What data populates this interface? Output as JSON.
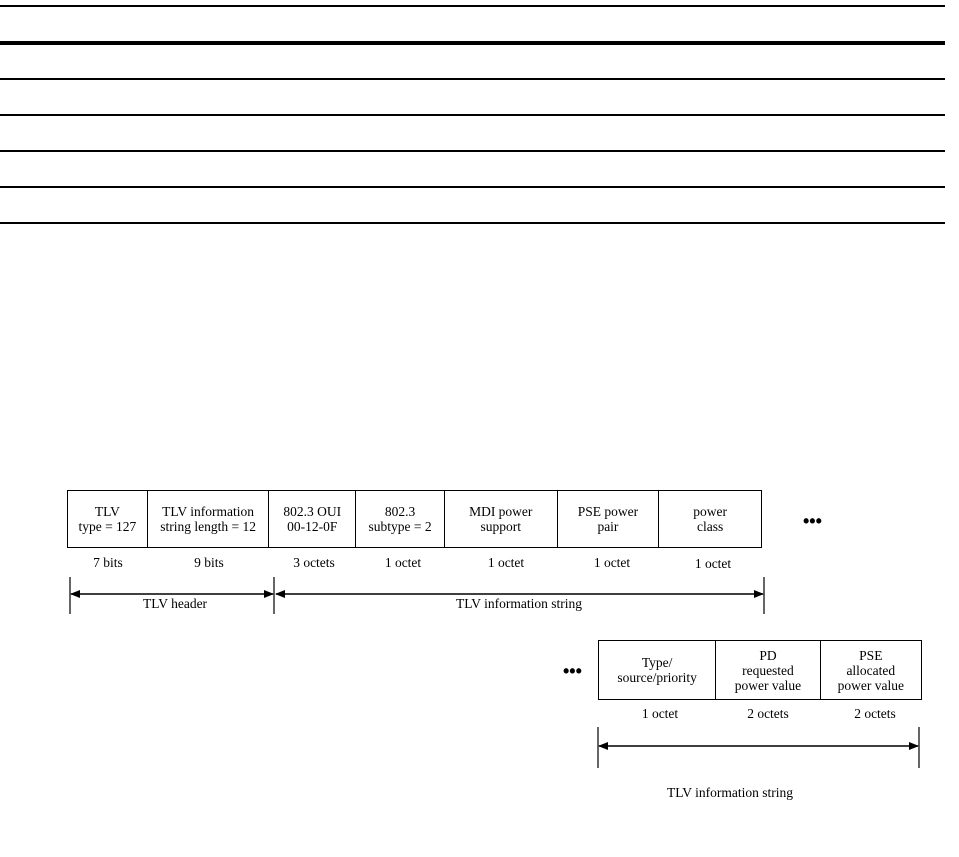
{
  "row1": {
    "fields": [
      {
        "label": "TLV\ntype = 127",
        "size": "7 bits"
      },
      {
        "label": "TLV information\nstring length = 12",
        "size": "9 bits"
      },
      {
        "label": "802.3 OUI\n00-12-0F",
        "size": "3 octets"
      },
      {
        "label": "802.3\nsubtype = 2",
        "size": "1 octet"
      },
      {
        "label": "MDI power\nsupport",
        "size": "1 octet"
      },
      {
        "label": "PSE power\npair",
        "size": "1 octet"
      },
      {
        "label": "power\nclass",
        "size": "1 octet"
      }
    ],
    "ellipsis": "•••",
    "header_span_label": "TLV header",
    "info_span_label": "TLV information string"
  },
  "row2": {
    "ellipsis": "•••",
    "fields": [
      {
        "label": "Type/\nsource/priority",
        "size": "1 octet"
      },
      {
        "label": "PD\nrequested\npower value",
        "size": "2 octets"
      },
      {
        "label": "PSE\nallocated\npower value",
        "size": "2 octets"
      }
    ],
    "info_span_label": "TLV information string"
  }
}
